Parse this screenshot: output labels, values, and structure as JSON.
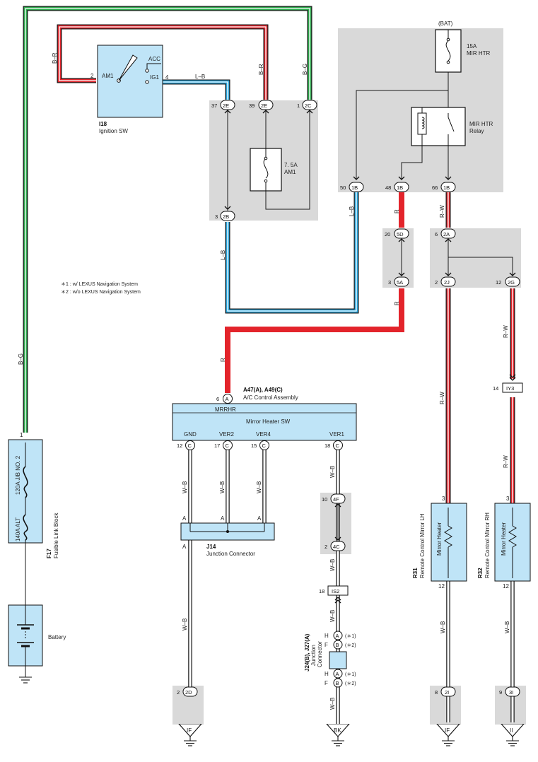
{
  "colors": {
    "panel_gray": "#d9d9d9",
    "component_blue": "#bfe4f7",
    "wire_red": "#e3242b",
    "wire_blue": "#29a8e0",
    "wire_green": "#2aa84a",
    "wire_black": "#1a1a1a"
  },
  "legend": {
    "note1": "＊1 : w/ LEXUS Navigation System",
    "note2": "＊2 : w/o LEXUS Navigation System"
  },
  "ignition": {
    "id": "I18",
    "name": "Ignition SW",
    "acc": "ACC",
    "am1": "AM1",
    "ig1": "IG1",
    "pin_am1": "2",
    "pin_ig1": "4"
  },
  "fuse_am1": {
    "line1": "7. 5A",
    "line2": "AM1"
  },
  "bat": "(BAT)",
  "fuse_mir": {
    "line1": "15A",
    "line2": "MIR HTR"
  },
  "relay": {
    "line1": "MIR HTR",
    "line2": "Relay"
  },
  "ac": {
    "id": "A47(A), A49(C)",
    "name": "A/C Control Assembly",
    "mrrhr": "MRRHR",
    "sw": "Mirror Heater SW",
    "gnd": "GND",
    "ver2": "VER2",
    "ver4": "VER4",
    "ver1": "VER1"
  },
  "j14": {
    "id": "J14",
    "name": "Junction Connector",
    "a": "A"
  },
  "j24": {
    "id": "J24(B), J27(A)",
    "name1": "Junction",
    "name2": "Connector",
    "h": "H",
    "f": "F",
    "n1": "(＊1)",
    "n2": "(＊2)"
  },
  "fusible": {
    "id": "F17",
    "name": "Fusible Link Block",
    "jb": "120A J/B NO. 2",
    "alt": "140A ALT"
  },
  "battery": "Battery",
  "mirror_lh": {
    "id": "R31",
    "name": "Remote Control Mirror LH",
    "heater": "Mirror Heater"
  },
  "mirror_rh": {
    "id": "R32",
    "name": "Remote Control Mirror RH",
    "heater": "Mirror Heater"
  },
  "wires": {
    "bg": "B–G",
    "br": "B–R",
    "lb": "L–B",
    "r": "R",
    "rw": "R–W",
    "wb": "W–B"
  },
  "connectors": {
    "c2e": "2E",
    "c2c": "2C",
    "c2b": "2B",
    "c1b": "1B",
    "c5d": "5D",
    "c5a": "5A",
    "c2a": "2A",
    "c2j": "2J",
    "c2g": "2G",
    "iy3": "IY3",
    "cA": "A",
    "cC": "C",
    "c4f": "4F",
    "c4c": "4C",
    "is2": "IS2",
    "c2d": "2D",
    "c2i": "2I",
    "c3i": "3I",
    "cB": "B"
  },
  "pins": {
    "p37": "37",
    "p39": "39",
    "p1": "1",
    "p3": "3",
    "p50": "50",
    "p48": "48",
    "p66": "66",
    "p20": "20",
    "p6": "6",
    "p2": "2",
    "p12": "12",
    "p14": "14",
    "p17": "17",
    "p15": "15",
    "p18": "18",
    "p10": "10",
    "p8": "8",
    "p9": "9"
  },
  "grounds": {
    "if1": "IF",
    "bk": "BK",
    "if2": "IF",
    "ii": "II"
  }
}
